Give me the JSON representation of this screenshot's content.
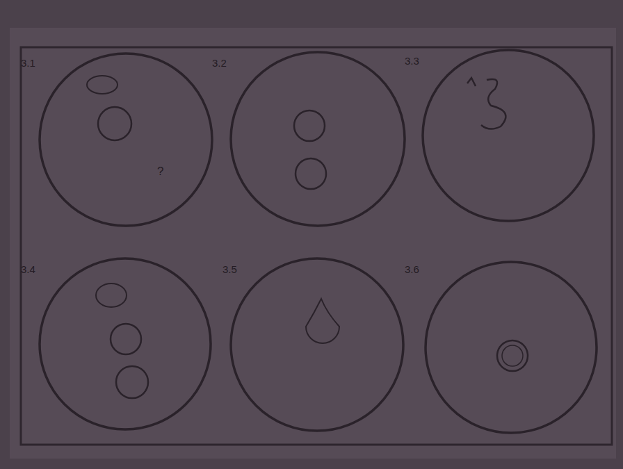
{
  "diagram": {
    "nodes": [
      {
        "text": [
          "3.1",
          "?"
        ]
      },
      {
        "text": [
          "3.2"
        ]
      },
      {
        "text": [
          "3.3"
        ]
      },
      {
        "text": [
          "3.4"
        ]
      },
      {
        "text": [
          "3.5"
        ]
      },
      {
        "text": [
          "3.6"
        ]
      }
    ]
  }
}
